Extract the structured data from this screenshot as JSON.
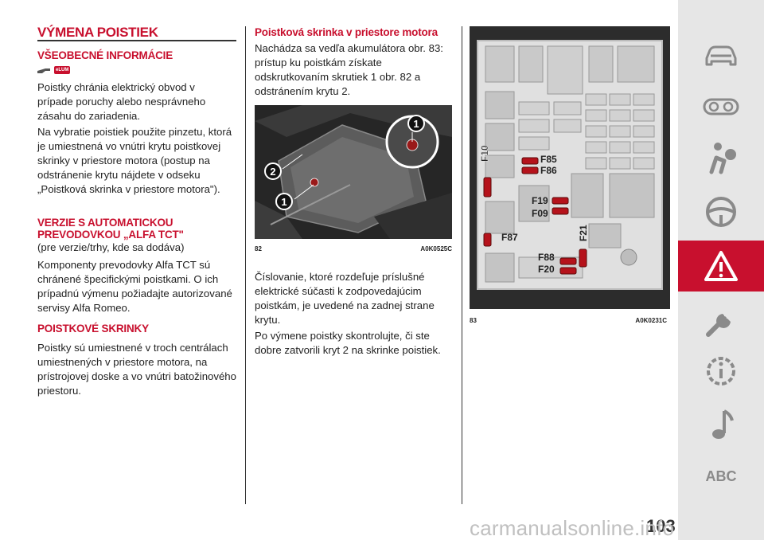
{
  "chapter_title": "VÝMENA POISTIEK",
  "left": {
    "general_heading": "VŠEOBECNÉ INFORMÁCIE",
    "elum_badge": "eLUM",
    "p1": "Poistky chránia elektrický obvod v prípade poruchy alebo nesprávneho zásahu do zariadenia.",
    "p2": "Na vybratie poistiek použite pinzetu, ktorá je umiestnená vo vnútri krytu poistkovej skrinky v priestore motora (postup na odstránenie krytu nájdete v odseku „Poistková skrinka v priestore motora\").",
    "tct_heading_1": "VERZIE S AUTOMATICKOU",
    "tct_heading_2": "PREVODOVKOU „ALFA TCT\"",
    "tct_note": "(pre verzie/trhy, kde sa dodáva)",
    "p3": "Komponenty prevodovky Alfa TCT sú chránené špecifickými poistkami. O ich prípadnú výmenu požiadajte autorizované servisy Alfa Romeo.",
    "boxes_heading": "POISTKOVÉ SKRINKY",
    "p4": "Poistky sú umiestnené v troch centrálach umiestnených v priestore motora, na prístrojovej doske a vo vnútri batožinového priestoru."
  },
  "middle": {
    "heading": "Poistková skrinka v priestore motora",
    "p1": "Nachádza sa vedľa akumulátora obr. 83: prístup ku poistkám získate odskrutkovaním skrutiek 1 obr. 82 a odstránením krytu 2.",
    "fig_num": "82",
    "fig_code": "A0K0525C",
    "callout_1": "1",
    "callout_2": "2",
    "callout_1b": "1",
    "p2": "Číslovanie, ktoré rozdeľuje príslušné elektrické súčasti k zodpovedajúcim poistkám, je uvedené na zadnej strane krytu.",
    "p3": "Po výmene poistky skontrolujte, či ste dobre zatvorili kryt 2 na skrinke poistiek."
  },
  "right": {
    "fig_num": "83",
    "fig_code": "A0K0231C",
    "fuses": [
      "F10",
      "F85",
      "F86",
      "F19",
      "F09",
      "F87",
      "F21",
      "F88",
      "F20"
    ]
  },
  "sidebar": {
    "abc_label": "ABC",
    "active_color": "#c8102e"
  },
  "page_number": "103",
  "watermark": "carmanualsonline.info"
}
